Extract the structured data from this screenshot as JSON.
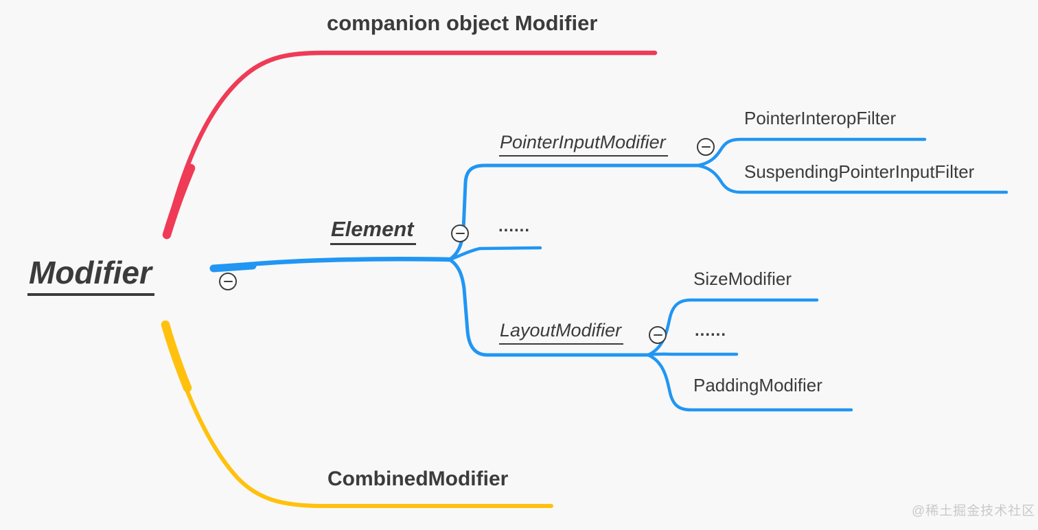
{
  "app": {
    "type": "mindmap",
    "description": "Modifier class hierarchy mind map"
  },
  "nodes": {
    "root": "Modifier",
    "companion": "companion object Modifier",
    "element": "Element",
    "pointer_input_modifier": "PointerInputModifier",
    "element_ellipsis": "......",
    "layout_modifier": "LayoutModifier",
    "pointer_interop_filter": "PointerInteropFilter",
    "suspending_pointer_input_filter": "SuspendingPointerInputFilter",
    "size_modifier": "SizeModifier",
    "layout_ellipsis": "......",
    "padding_modifier": "PaddingModifier",
    "combined_modifier": "CombinedModifier"
  },
  "watermark": "@稀土掘金技术社区",
  "icons": {
    "collapse": "minus-circle"
  },
  "colors": {
    "red_branch": "#ef3b56",
    "blue_branch": "#2196f3",
    "yellow_branch": "#ffc10e",
    "text": "#3b3b3b",
    "background": "#f8f8f8",
    "watermark": "#c9c9c9"
  }
}
